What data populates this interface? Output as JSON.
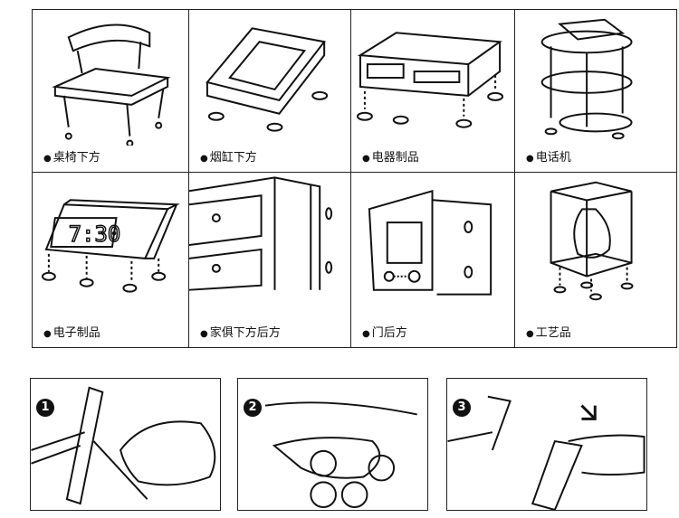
{
  "placements": [
    {
      "label": "桌椅下方",
      "icon": "chair-icon"
    },
    {
      "label": "烟缸下方",
      "icon": "ashtray-icon"
    },
    {
      "label": "电器制品",
      "icon": "appliance-icon"
    },
    {
      "label": "电话机",
      "icon": "telephone-icon"
    },
    {
      "label": "电子制品",
      "icon": "clock-icon",
      "display": "7:30"
    },
    {
      "label": "家俱下方后方",
      "icon": "cabinet-icon"
    },
    {
      "label": "门后方",
      "icon": "door-icon"
    },
    {
      "label": "工艺品",
      "icon": "display-case-icon"
    }
  ],
  "steps": [
    {
      "number": "1"
    },
    {
      "number": "2"
    },
    {
      "number": "3"
    }
  ]
}
